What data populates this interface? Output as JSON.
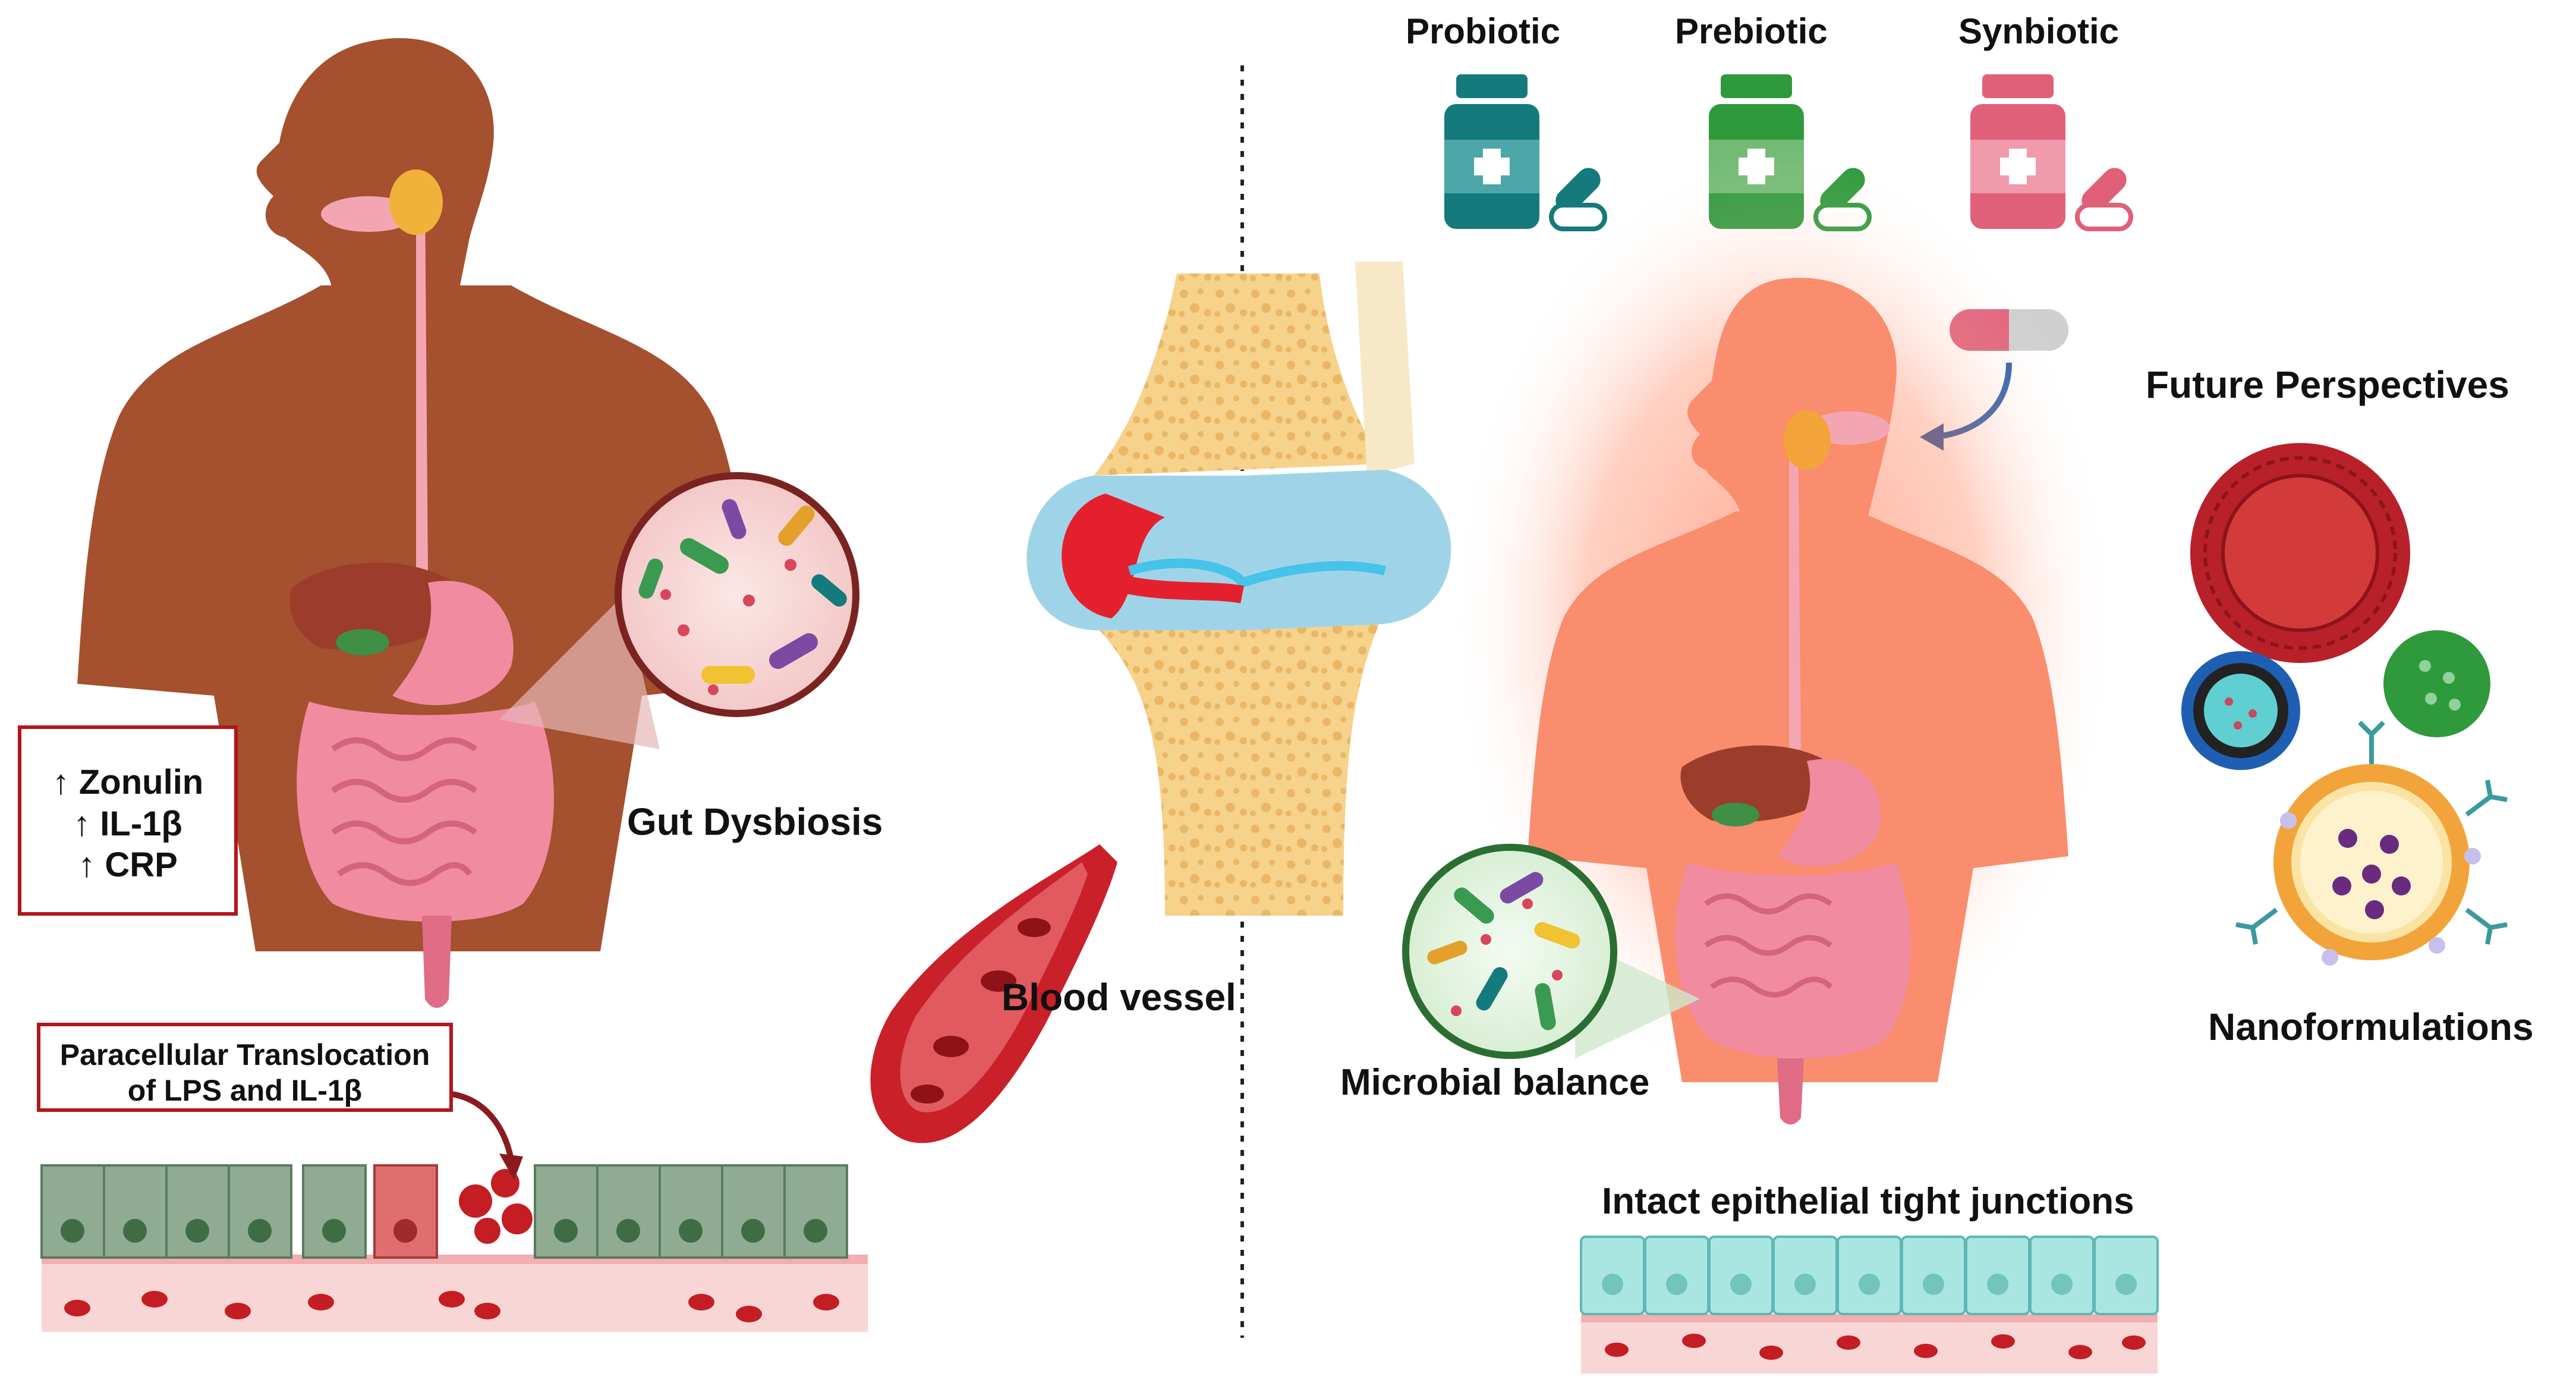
{
  "colors": {
    "skin_left": "#a5502e",
    "skin_right": "#f98d6e",
    "glow": "#ff5a36",
    "alert_red": "#b3161c",
    "probiotic": "#157a7c",
    "prebiotic": "#2f9a3c",
    "synbiotic": "#e0607a",
    "epithelium_green": "#8fab92",
    "epithelium_cyan": "#a9e6e2",
    "blood_vessel": "#c9202a",
    "bone": "#f6d28b",
    "cartilage_blue": "#9fd4e8"
  },
  "icons": [
    "human-body-icon",
    "microbe-magnifier-icon",
    "knee-joint-icon",
    "blood-vessel-icon",
    "medicine-bottle-icon",
    "capsule-icon",
    "nanoparticle-icon",
    "liposome-icon",
    "epithelium-icon"
  ],
  "left": {
    "markers": [
      "↑ Zonulin",
      "↑ IL-1β",
      "↑ CRP"
    ],
    "dysbiosis_label": "Gut Dysbiosis",
    "translocation_label": [
      "Paracellular Translocation",
      "of LPS and IL-1β"
    ]
  },
  "center": {
    "blood_vessel_label": "Blood vessel"
  },
  "right": {
    "supplements": [
      {
        "label": "Probiotic"
      },
      {
        "label": "Prebiotic"
      },
      {
        "label": "Synbiotic"
      }
    ],
    "microbial_label": "Microbial balance",
    "junctions_label": "Intact epithelial tight junctions",
    "future_label": "Future Perspectives",
    "nano_label": "Nanoformulations"
  }
}
